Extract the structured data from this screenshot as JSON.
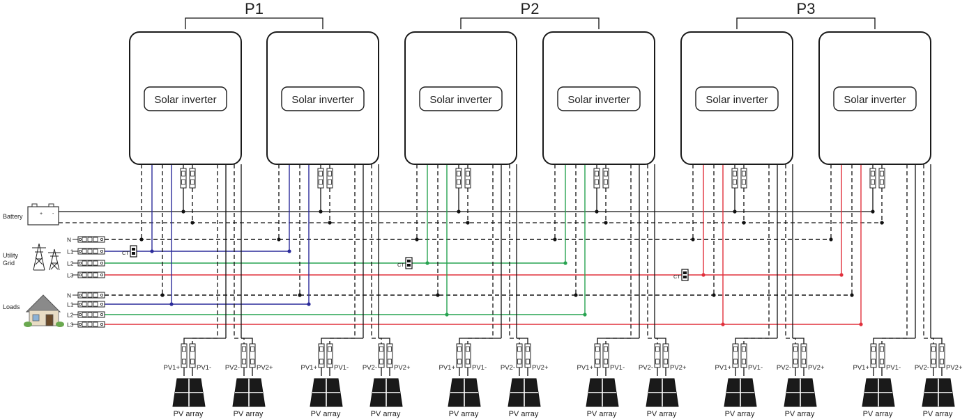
{
  "groups": [
    {
      "label": "P1",
      "phase_color": "#2b2b9a"
    },
    {
      "label": "P2",
      "phase_color": "#27a350"
    },
    {
      "label": "P3",
      "phase_color": "#e0303c"
    }
  ],
  "inverter_label": "Solar inverter",
  "sources": {
    "battery": "Battery",
    "grid": "Utility\nGrid",
    "loads": "Loads"
  },
  "grid_lines": [
    "N",
    "L1",
    "L2",
    "L3"
  ],
  "load_lines": [
    "N",
    "L1",
    "L2",
    "L3"
  ],
  "ct_label": "CT",
  "pv": {
    "array_label": "PV array",
    "left_labels": [
      "PV1+",
      "PV1-"
    ],
    "right_labels": [
      "PV2-",
      "PV2+"
    ]
  },
  "colors": {
    "L1": "#2b2b9a",
    "L2": "#27a350",
    "L3": "#e0303c",
    "neutral": "#111111",
    "battery": "#111111"
  }
}
